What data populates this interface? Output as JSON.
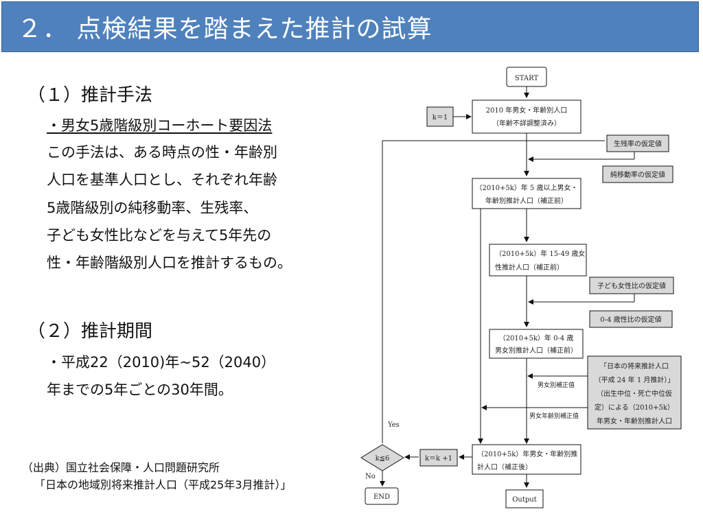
{
  "title": "２． 点検結果を踏まえた推計の試算",
  "left": {
    "section1_heading": "（１）推計手法",
    "method_name": "・男女5歳階級別コーホート要因法",
    "description_lines": [
      "この手法は、ある時点の性・年齢別",
      "人口を基準人口とし、それぞれ年齢",
      "5歳階級別の純移動率、生残率、",
      "子ども女性比などを与えて5年先の",
      "性・年齢階級別人口を推計するもの。"
    ],
    "section2_heading": "（２）推計期間",
    "period_lines": [
      "・平成22（2010)年~52（2040）",
      "年までの5年ごとの30年間。"
    ],
    "source_lines": [
      "（出典）国立社会保障・人口問題研究所",
      "「日本の地域別将来推計人口（平成25年3月推計）」"
    ]
  },
  "flowchart": {
    "start": "START",
    "k_init": "k＝1",
    "box1": [
      "2010 年男女・年齢別人口",
      "（年齢不詳調整済み）"
    ],
    "survival": "生残率の仮定値",
    "migration": "純移動率の仮定値",
    "box2": [
      "（2010+5k）年 5 歳以上男女・",
      "年齢別推計人口（補正前）"
    ],
    "box3": [
      "（2010+5k）年 15-49 歳女",
      "性推計人口（補正前）"
    ],
    "child_ratio": "子ども女性比の仮定値",
    "sex_ratio": "0-4 歳性比の仮定値",
    "box4": [
      "（2010+5k）年 0-4 歳",
      "男女別推計人口（補正前）"
    ],
    "ref_box": [
      "「日本の将来推計人口",
      "（平成 24 年 1 月推計）」",
      "（出生中位・死亡中位仮",
      "定）による（2010+5k）",
      "年男女・年齢別推計人口"
    ],
    "label_sex": "男女別補正值",
    "label_sexage": "男女年齢別補正值",
    "box5": [
      "（2010+5k）年男女・年齢別推",
      "計人口（補正後）"
    ],
    "k_inc": "k＝k +1",
    "decision": "k≦6",
    "yes": "Yes",
    "no": "No",
    "end": "END",
    "output": "Output"
  }
}
